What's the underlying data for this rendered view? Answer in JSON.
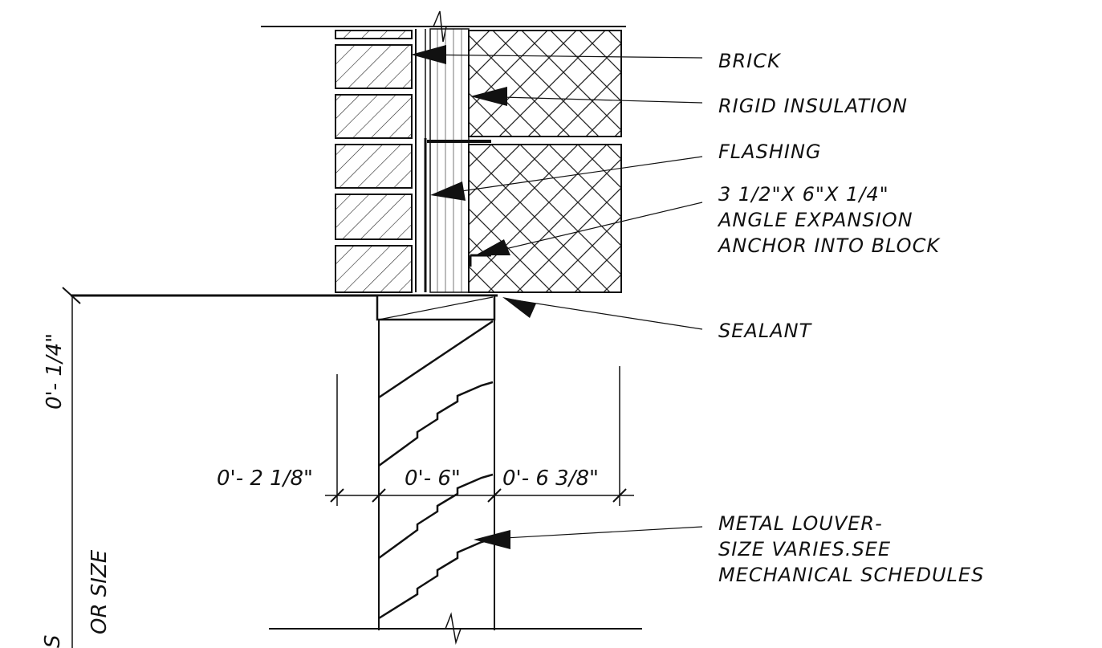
{
  "callouts": {
    "brick": "BRICK",
    "rigid_insulation": "RIGID INSULATION",
    "flashing": "FLASHING",
    "angle_line1": "3 1/2\"X 6\"X 1/4\"",
    "angle_line2": "ANGLE EXPANSION",
    "angle_line3": "ANCHOR INTO BLOCK",
    "sealant": "SEALANT",
    "louver_line1": "METAL LOUVER-",
    "louver_line2": "SIZE VARIES.SEE",
    "louver_line3": "MECHANICAL SCHEDULES"
  },
  "dimensions": {
    "left": "0'- 2 1/8\"",
    "middle": "0'- 6\"",
    "right": "0'- 6 3/8\"",
    "vertical": "0'- 1/4\"",
    "edge_text_1": "OR SIZE",
    "edge_text_2": "S"
  }
}
